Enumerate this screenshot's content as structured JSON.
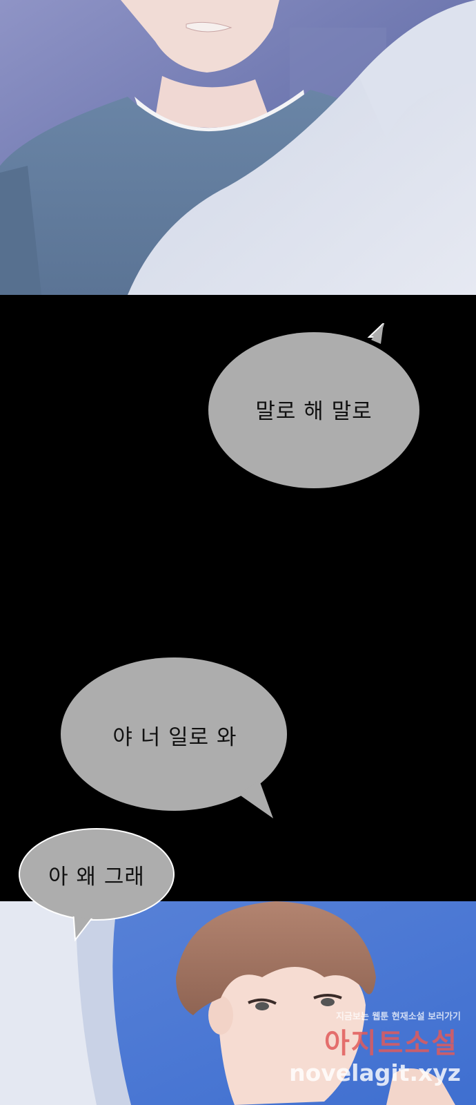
{
  "bubbles": {
    "bubble1": "말로 해 말로",
    "bubble2": "야 너 일로 와",
    "bubble3": "아 왜 그래"
  },
  "watermark": {
    "tagline": "지금보는 웹툰 현재소설 보러가기",
    "brand": "아지트소설",
    "url": "novelagit.xyz"
  }
}
